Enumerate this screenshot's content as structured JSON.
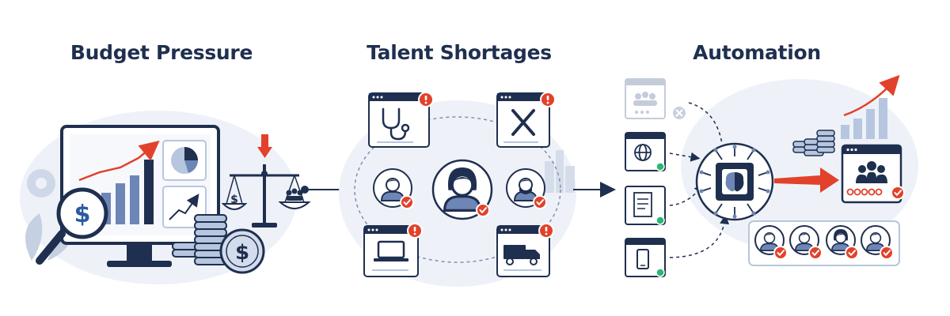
{
  "sections": [
    {
      "id": "budget",
      "title": "Budget Pressure"
    },
    {
      "id": "talent",
      "title": "Talent Shortages"
    },
    {
      "id": "automation",
      "title": "Automation"
    }
  ],
  "symbols": {
    "currency": "$"
  },
  "colors": {
    "navy": "#1f2f4f",
    "accent_red": "#e2412b",
    "chart_blue": "#6e86b6",
    "light_blue": "#b7c6df",
    "panel_bg": "#eef2f8",
    "success_green": "#2bb673"
  },
  "icons": [
    "dollar-icon",
    "magnifier-icon",
    "scale-icon",
    "stethoscope-icon",
    "wrench-icon",
    "laptop-icon",
    "truck-icon",
    "globe-icon",
    "document-icon",
    "phone-icon",
    "brain-chip-icon",
    "team-icon",
    "check-icon",
    "alert-icon"
  ]
}
